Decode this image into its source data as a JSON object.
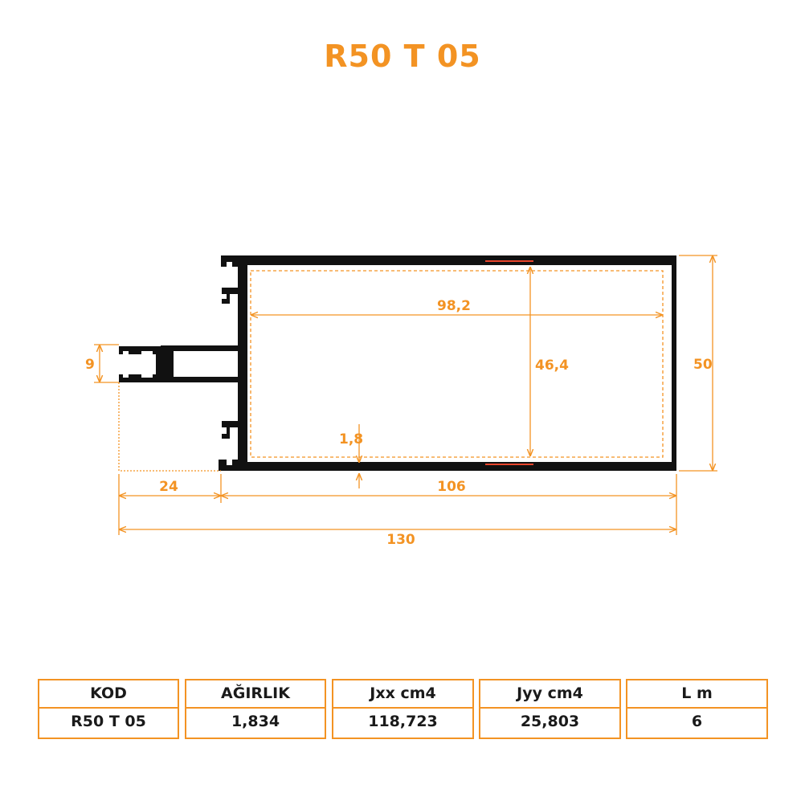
{
  "title": "R50 T 05",
  "colors": {
    "accent": "#f39323",
    "profile": "#111111",
    "text": "#1a1a1a"
  },
  "dimensions": {
    "inner_width": "98,2",
    "inner_height": "46,4",
    "outer_height": "50",
    "wall": "1,8",
    "left_height": "9",
    "left_width": "24",
    "main_width": "106",
    "total_width": "130"
  },
  "specs": [
    {
      "header": "KOD",
      "value": "R50 T 05"
    },
    {
      "header": "AĞIRLIK",
      "value": "1,834"
    },
    {
      "header": "Jxx cm4",
      "value": "118,723"
    },
    {
      "header": "Jyy cm4",
      "value": "25,803"
    },
    {
      "header": "L m",
      "value": "6"
    }
  ]
}
